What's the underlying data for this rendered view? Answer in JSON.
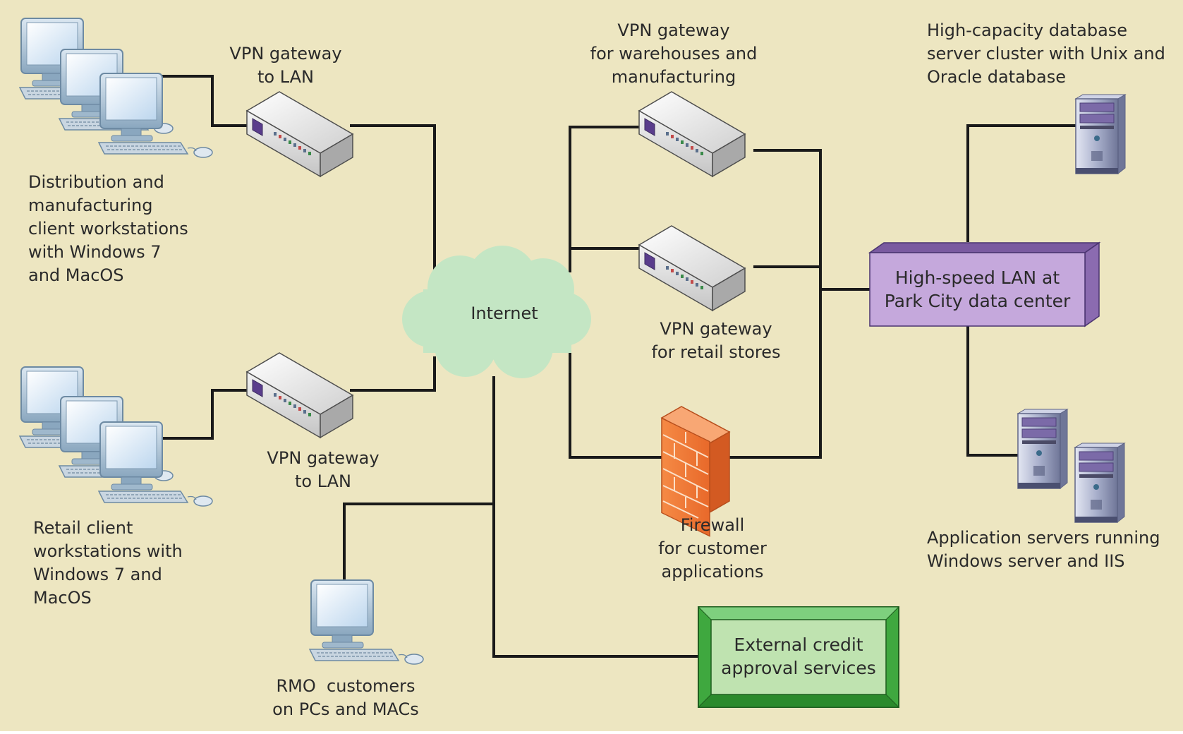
{
  "colors": {
    "background": "#ede6c1",
    "link": "#1a1a1a",
    "cloud": "#c4e6c4",
    "lan_box": "#c5a8dc",
    "credit_box": "#6cc26c",
    "firewall": "#f07a3a"
  },
  "labels": {
    "dist_workstations": "Distribution and\nmanufacturing\nclient workstations\nwith Windows 7\nand MacOS",
    "vpn_lan_top": "VPN gateway\nto LAN",
    "vpn_lan_bottom": "VPN gateway\nto LAN",
    "retail_workstations": "Retail client\nworkstations with\nWindows 7 and\nMacOS",
    "rmo_customers": "RMO  customers\non PCs and MACs",
    "internet": "Internet",
    "vpn_warehouses": "VPN gateway\nfor warehouses and\nmanufacturing",
    "vpn_retail": "VPN gateway\nfor retail stores",
    "firewall": "Firewall\nfor customer\napplications",
    "credit_services": "External credit\napproval services",
    "lan": "High-speed LAN at\nPark City data center",
    "db_cluster": "High-capacity database\nserver cluster with Unix and\nOracle database",
    "app_servers": "Application servers running\nWindows server and IIS"
  },
  "icons": {
    "workstation_group": "desktop-computer-group-icon",
    "workstation": "desktop-computer-icon",
    "vpn_gateway": "network-appliance-icon",
    "firewall": "brick-firewall-icon",
    "server": "tower-server-icon",
    "cloud": "cloud-icon"
  }
}
